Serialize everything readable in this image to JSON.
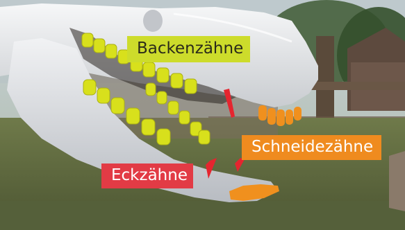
{
  "labels": {
    "molars": "Backenzähne",
    "incisors": "Schneidezähne",
    "canines": "Eckzähne"
  },
  "colors": {
    "molars_bg": "#cddc2b",
    "molars_text": "#2a2a1a",
    "incisors_bg": "#ef8b1f",
    "incisors_text": "#ffffff",
    "canines_bg": "#e23b45",
    "canines_text": "#ffffff",
    "molar_teeth": "#d8e01c",
    "incisor_teeth": "#f0901e",
    "canine_teeth": "#e5252f",
    "skull": "#eceef0"
  },
  "icons": [
    "horse-skull-illustration"
  ]
}
